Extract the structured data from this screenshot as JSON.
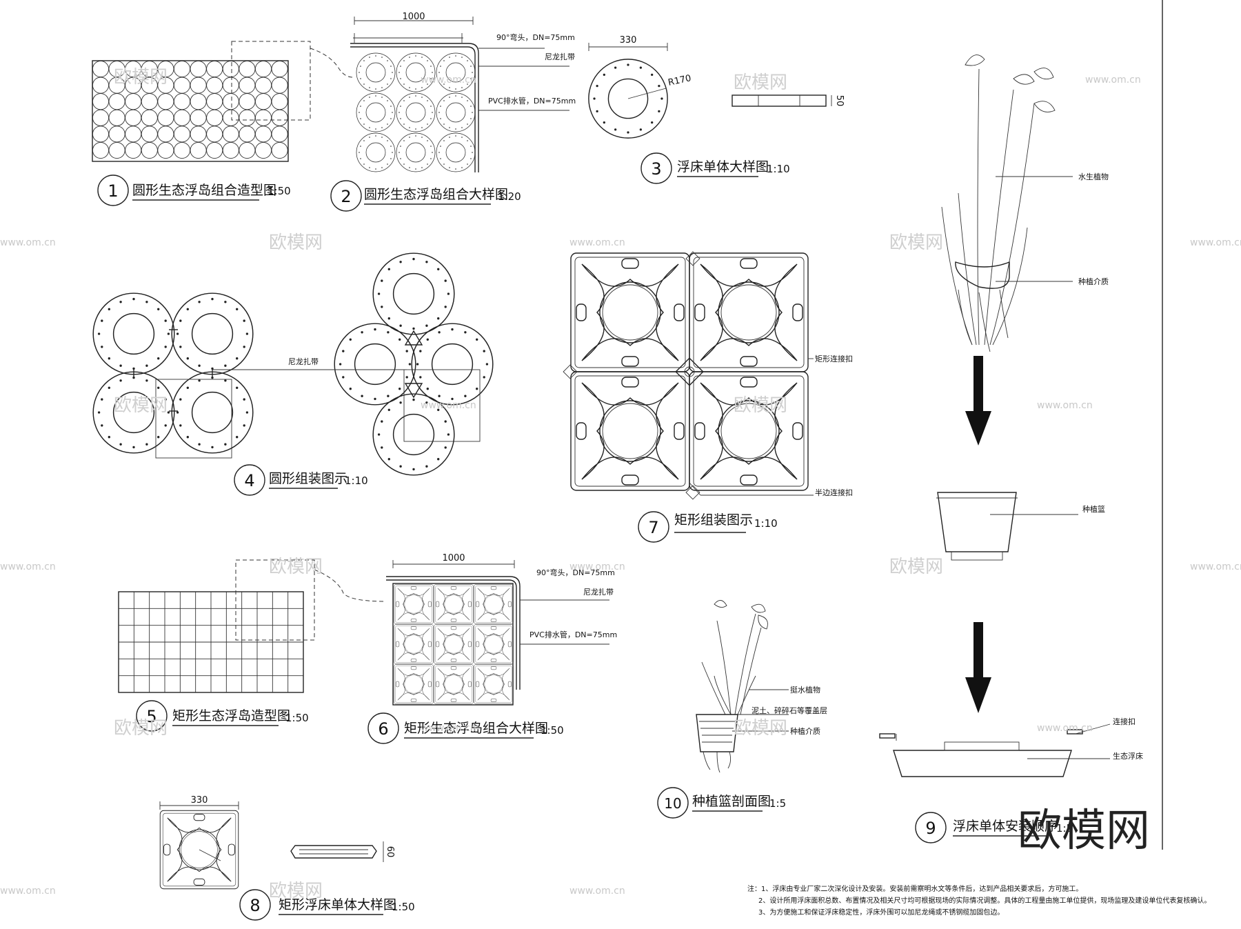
{
  "drawings": [
    {
      "num": "1",
      "title": "圆形生态浮岛组合造型图",
      "scale": "1:50"
    },
    {
      "num": "2",
      "title": "圆形生态浮岛组合大样图",
      "scale": "1:20"
    },
    {
      "num": "3",
      "title": "浮床单体大样图",
      "scale": "1:10"
    },
    {
      "num": "4",
      "title": "圆形组装图示",
      "scale": "1:10"
    },
    {
      "num": "5",
      "title": "矩形生态浮岛造型图",
      "scale": "1:50"
    },
    {
      "num": "6",
      "title": "矩形生态浮岛组合大样图",
      "scale": "1:50"
    },
    {
      "num": "7",
      "title": "矩形组装图示",
      "scale": "1:10"
    },
    {
      "num": "8",
      "title": "矩形浮床单体大样图",
      "scale": "1:50"
    },
    {
      "num": "9",
      "title": "浮床单体安装顺序",
      "scale": "1:5"
    },
    {
      "num": "10",
      "title": "种植篮剖面图",
      "scale": "1:5"
    }
  ],
  "dims": {
    "d1000a": "1000",
    "d1000b": "1000",
    "d330a": "330",
    "d330b": "330",
    "r170": "R170",
    "h50": "50",
    "h60": "60"
  },
  "labels": {
    "elbow_a": "90°弯头，DN=75mm",
    "tie_a": "尼龙扎带",
    "pvc_a": "PVC排水管，DN=75mm",
    "elbow_b": "90°弯头，DN=75mm",
    "tie_b": "尼龙扎带",
    "pvc_b": "PVC排水管，DN=75mm",
    "tie_c": "尼龙扎带",
    "rect_link": "矩形连接扣",
    "half_link": "半边连接扣",
    "aquatic_plant": "水生植物",
    "medium_a": "种植介质",
    "basket": "种植篮",
    "connector": "连接扣",
    "eco_bed": "生态浮床",
    "plant_b": "挺水植物",
    "soil": "泥土、碎碎石等覆盖层",
    "medium_b": "种植介质"
  },
  "notes": [
    "注：1、浮床由专业厂家二次深化设计及安装。安装前需察明水文等条件后，达到产品相关要求后，方可施工。",
    "2、设计所用浮床面积总数、布置情况及相关尺寸均可根据现场的实际情况调整。具体的工程量由施工单位提供，现场监理及建设单位代表复核确认。",
    "3、为方便施工和保证浮床稳定性，浮床外围可以加尼龙绳或不锈钢缆加固包边。"
  ],
  "watermark": {
    "cn": "欧模网",
    "url": "www.om.cn",
    "corner": "欧模网"
  }
}
